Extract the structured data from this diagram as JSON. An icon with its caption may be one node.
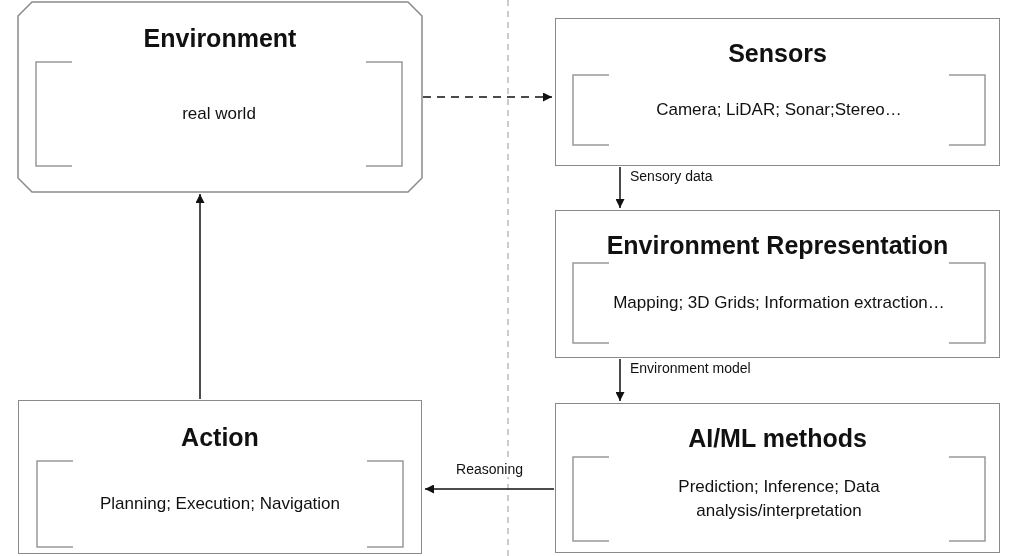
{
  "diagram": {
    "nodes": [
      {
        "text": [
          "Environment",
          "real world"
        ]
      },
      {
        "text": [
          "Sensors",
          "Camera; LiDAR; Sonar;Stereo…"
        ]
      },
      {
        "text": [
          "Environment Representation",
          "Mapping; 3D Grids; Information extraction…"
        ]
      },
      {
        "text": [
          "AI/ML methods",
          "Prediction; Inference; Data analysis/interpretation"
        ]
      },
      {
        "text": [
          "Action",
          "Planning; Execution; Navigation"
        ]
      }
    ],
    "edges": [
      {
        "from": 0,
        "to": 1,
        "arrow": "to",
        "style": "dashed"
      },
      {
        "from": 1,
        "to": 2,
        "arrow": "to",
        "label": "Sensory data"
      },
      {
        "from": 2,
        "to": 3,
        "arrow": "to",
        "label": "Environment model"
      },
      {
        "from": 3,
        "to": 4,
        "arrow": "to",
        "label": "Reasoning"
      },
      {
        "from": 4,
        "to": 0,
        "arrow": "to"
      }
    ]
  }
}
